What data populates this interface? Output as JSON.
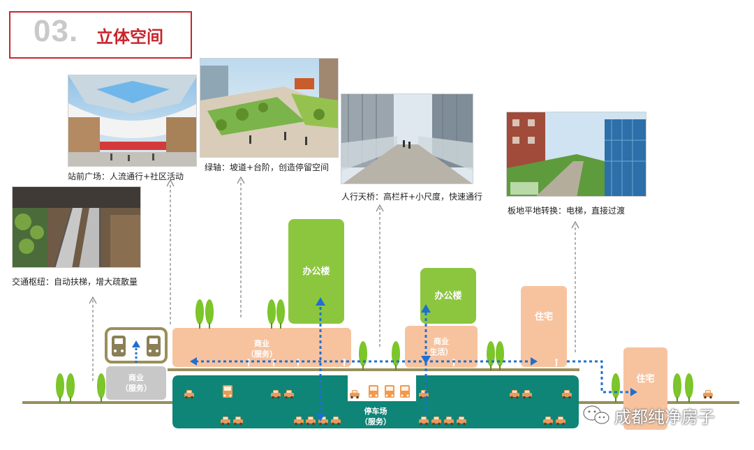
{
  "header": {
    "number": "03.",
    "title": "立体空间"
  },
  "captions": {
    "station_plaza": "站前广场：人流通行+社区活动",
    "green_axis": "绿轴：坡道+台阶，创造停留空间",
    "skybridge": "人行天桥：高栏杆+小尺度，快速通行",
    "transit_hub": "交通枢纽：自动扶梯，增大疏散量",
    "podium_transfer": "板地平地转换：电梯，直接过渡"
  },
  "blocks": {
    "office_1": "办公楼",
    "office_2": "办公楼",
    "residential_1": "住宅",
    "residential_2": "住宅",
    "commercial_main": "商业",
    "commercial_main_sub": "（服务）",
    "commercial_life": "商业",
    "commercial_life_sub": "生活）",
    "commercial_station": "商业",
    "commercial_station_sub": "（服务）",
    "parking": "停车场",
    "parking_sub": "（服务）"
  },
  "watermark": "成都纯净房子",
  "colors": {
    "accent_red": "#c8252c",
    "office_green": "#8cc63f",
    "commercial_peach": "#f7c39f",
    "parking_teal": "#0e8577",
    "path_blue": "#1f6fd1",
    "ground_olive": "#9a8f5a",
    "tree_green": "#7cc52a"
  },
  "icons": [
    "train-icon",
    "bus-icon",
    "car-icon",
    "tree-icon",
    "pedestrian-icon",
    "wechat-icon"
  ]
}
